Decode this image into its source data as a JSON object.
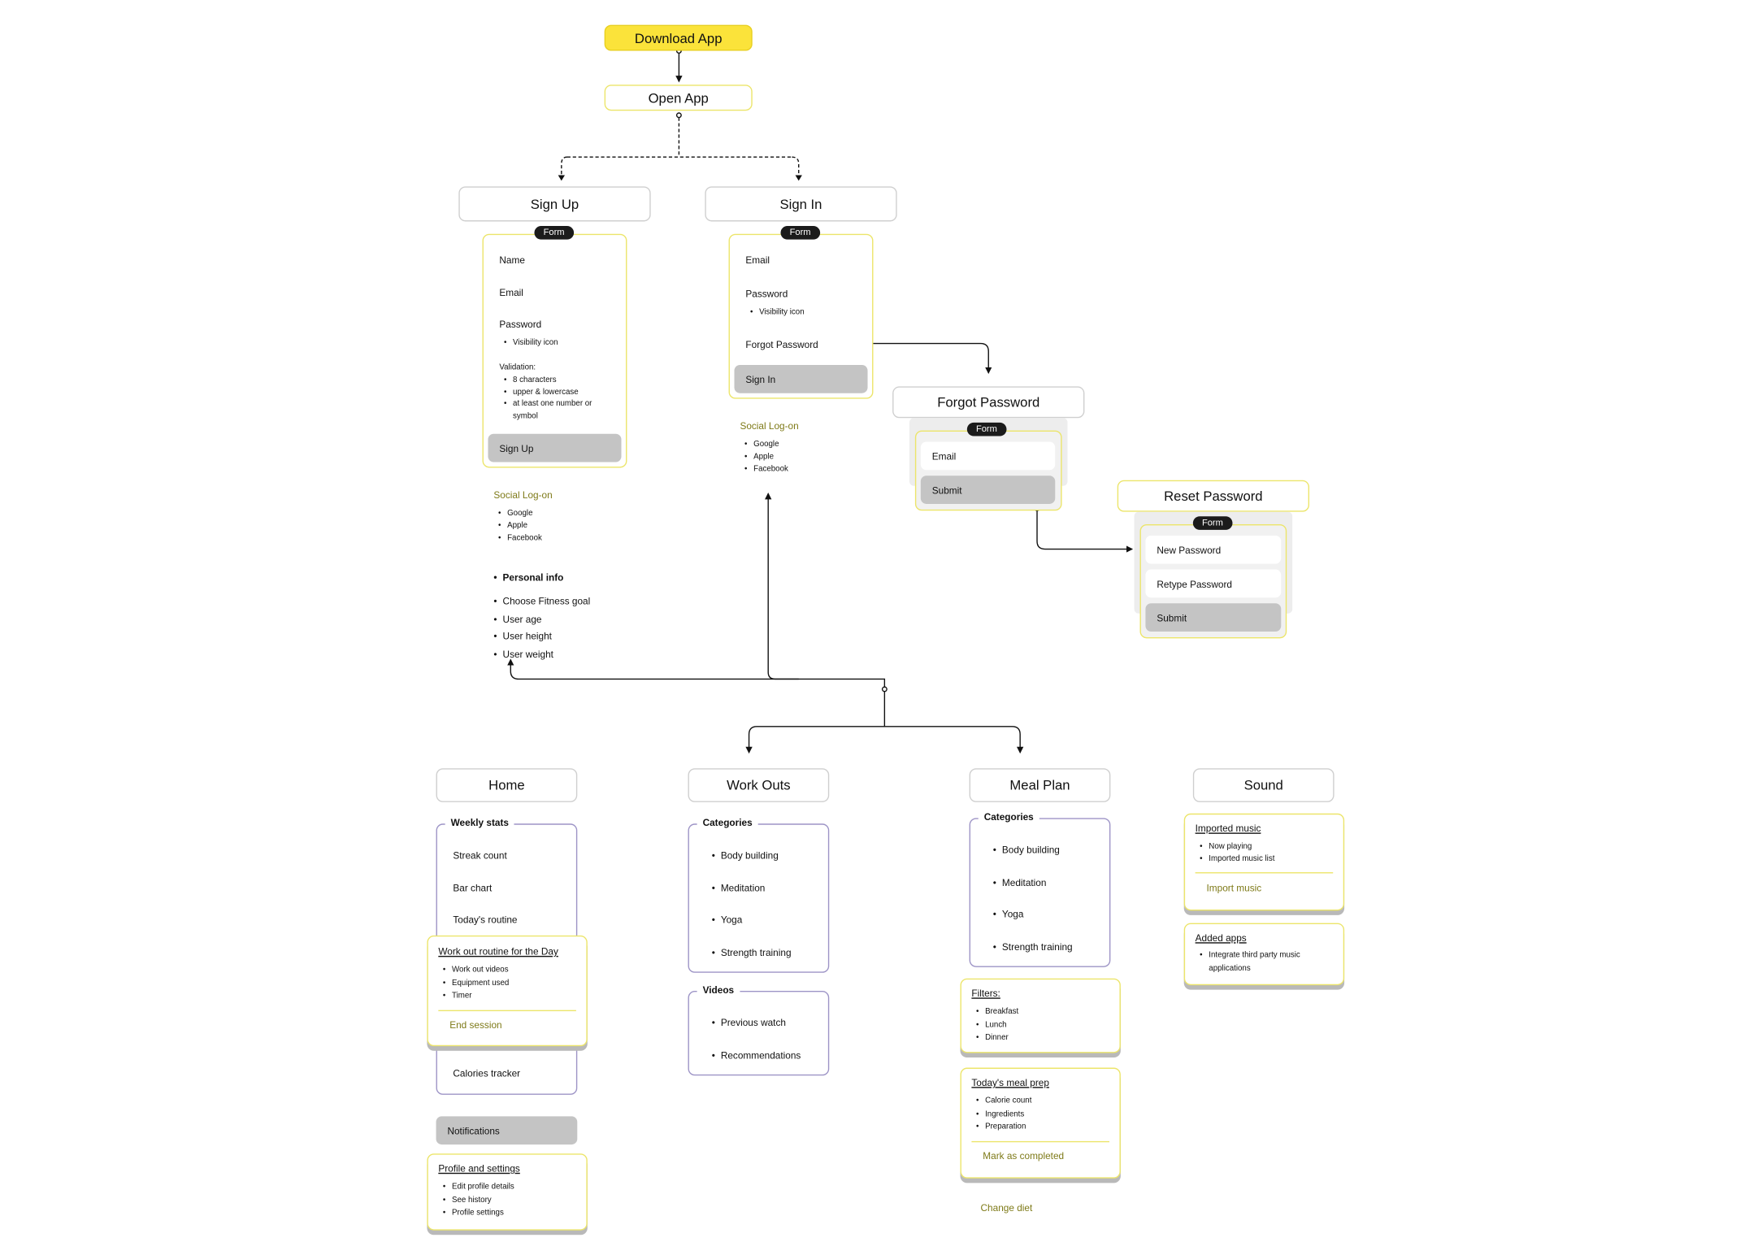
{
  "nodes": {
    "download_app": "Download App",
    "open_app": "Open App",
    "sign_up": "Sign Up",
    "sign_in": "Sign In",
    "forgot_password": "Forgot Password",
    "reset_password": "Reset Password",
    "home": "Home",
    "work_outs": "Work Outs",
    "meal_plan": "Meal Plan",
    "sound": "Sound"
  },
  "form_badge": "Form",
  "sign_up_form": {
    "name": "Name",
    "email": "Email",
    "password": "Password",
    "visibility": "Visibility icon",
    "validation": "Validation:",
    "rules": [
      "8 characters",
      "upper & lowercase",
      "at least one number or",
      "symbol"
    ],
    "button": "Sign Up"
  },
  "sign_up_social": {
    "title": "Social Log-on",
    "items": [
      "Google",
      "Apple",
      "Facebook"
    ]
  },
  "personal": {
    "title": "Personal info",
    "items": [
      "Choose Fitness goal",
      "User age",
      "User height",
      "User weight"
    ]
  },
  "sign_in_form": {
    "email": "Email",
    "password": "Password",
    "visibility": "Visibility icon",
    "forgot": "Forgot Password",
    "button": "Sign In"
  },
  "sign_in_social": {
    "title": "Social Log-on",
    "items": [
      "Google",
      "Apple",
      "Facebook"
    ]
  },
  "forgot_form": {
    "email": "Email",
    "submit": "Submit"
  },
  "reset_form": {
    "new_password": "New Password",
    "retype": "Retype Password",
    "submit": "Submit"
  },
  "home": {
    "weekly_stats": "Weekly stats",
    "items": [
      "Streak count",
      "Bar chart",
      "Today's routine"
    ],
    "routine_title": "Work out routine for the Day",
    "routine_items": [
      "Work out videos",
      "Equipment used",
      "Timer"
    ],
    "end_session": "End session",
    "calories": "Calories tracker",
    "notifications": "Notifications",
    "profile_title": "Profile and settings",
    "profile_items": [
      "Edit profile details",
      "See history",
      "Profile settings"
    ]
  },
  "workouts": {
    "categories": "Categories",
    "category_items": [
      "Body building",
      "Meditation",
      "Yoga",
      "Strength training"
    ],
    "videos": "Videos",
    "video_items": [
      "Previous watch",
      "Recommendations"
    ]
  },
  "meal": {
    "categories": "Categories",
    "category_items": [
      "Body building",
      "Meditation",
      "Yoga",
      "Strength training"
    ],
    "filters_title": "Filters:",
    "filters": [
      "Breakfast",
      "Lunch",
      "Dinner"
    ],
    "prep_title": "Today's meal prep",
    "prep_items": [
      "Calorie count",
      "Ingredients",
      "Preparation"
    ],
    "mark_completed": "Mark as completed",
    "change_diet": "Change diet"
  },
  "sound": {
    "imported_title": "Imported music",
    "imported_items": [
      "Now playing",
      "Imported music list"
    ],
    "import_music": "Import music",
    "added_title": "Added apps",
    "added_items": [
      "Integrate third party music",
      "applications"
    ]
  },
  "colors": {
    "accent_yellow": "#fbe33a",
    "card_border": "#ece56a",
    "purple_border": "#9d94c6",
    "button_grey": "#c4c4c4",
    "olive_text": "#7e7a18"
  }
}
